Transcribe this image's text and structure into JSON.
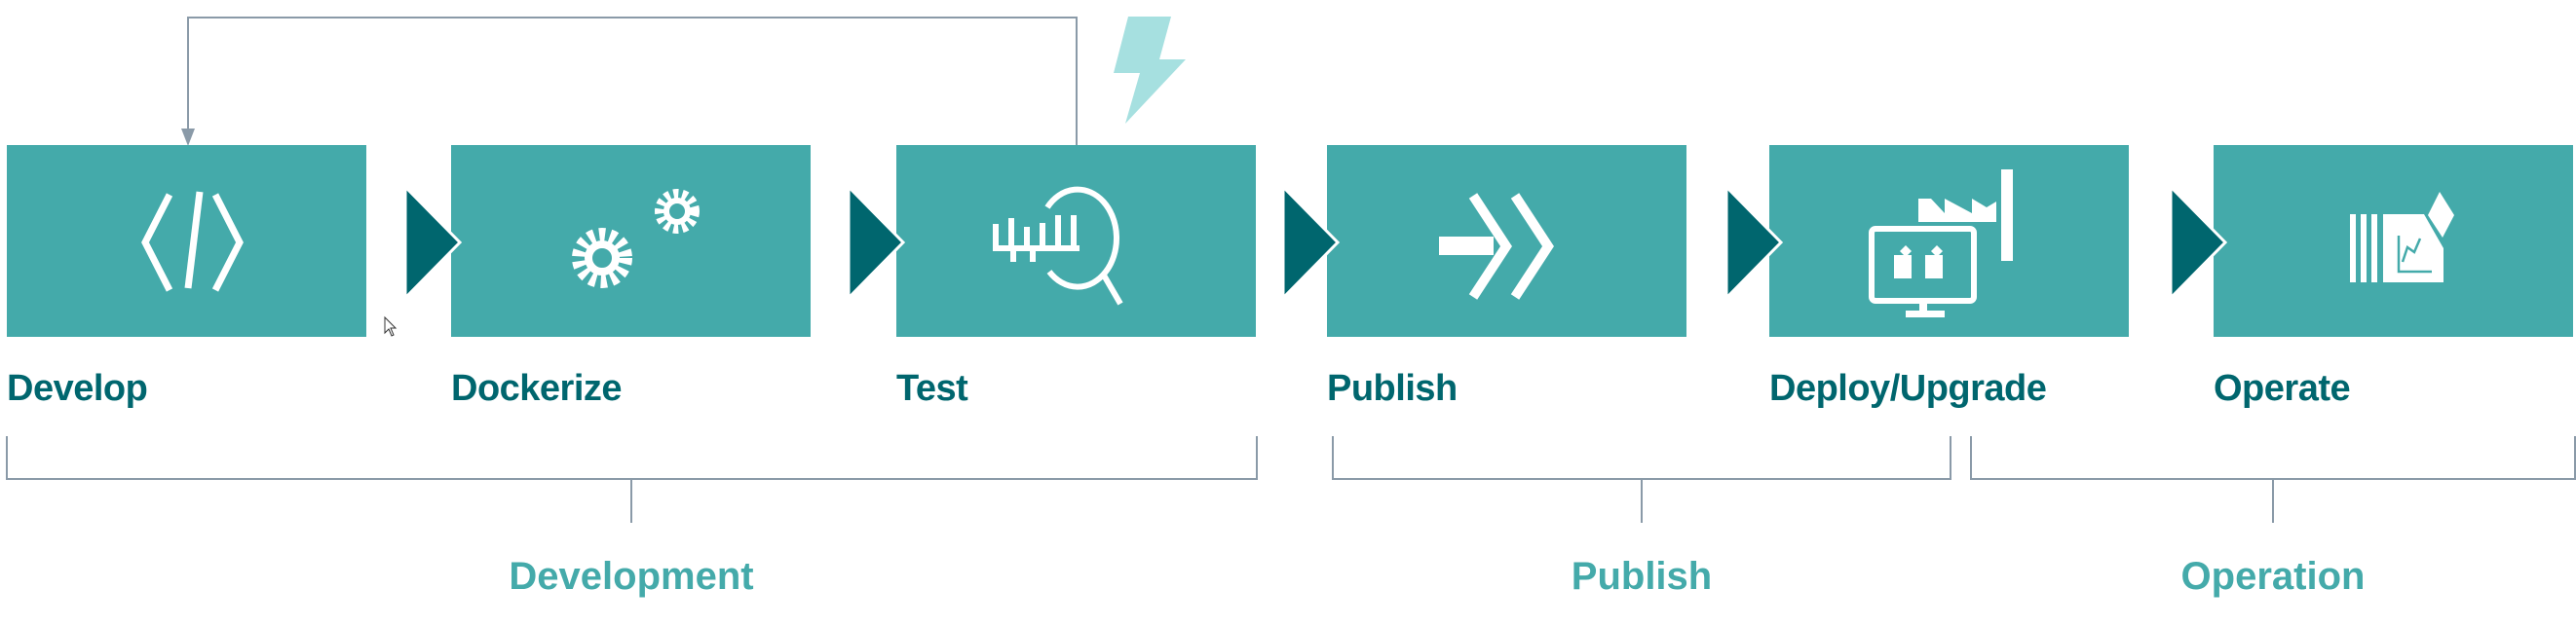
{
  "steps": [
    {
      "label": "Develop",
      "icon": "code-icon"
    },
    {
      "label": "Dockerize",
      "icon": "gears-icon"
    },
    {
      "label": "Test",
      "icon": "chart-magnifier-icon"
    },
    {
      "label": "Publish",
      "icon": "double-chevron-arrow-icon"
    },
    {
      "label": "Deploy/Upgrade",
      "icon": "factory-monitor-icon"
    },
    {
      "label": "Operate",
      "icon": "device-chart-icon"
    }
  ],
  "groups": [
    {
      "label": "Development"
    },
    {
      "label": "Publish"
    },
    {
      "label": "Operation"
    }
  ],
  "colors": {
    "box": "#44AAAA",
    "chevron": "#00666E",
    "label": "#00666E",
    "group_label": "#44AAAA",
    "connector": "#8A9AA8",
    "lightning": "#A6E0E0"
  }
}
